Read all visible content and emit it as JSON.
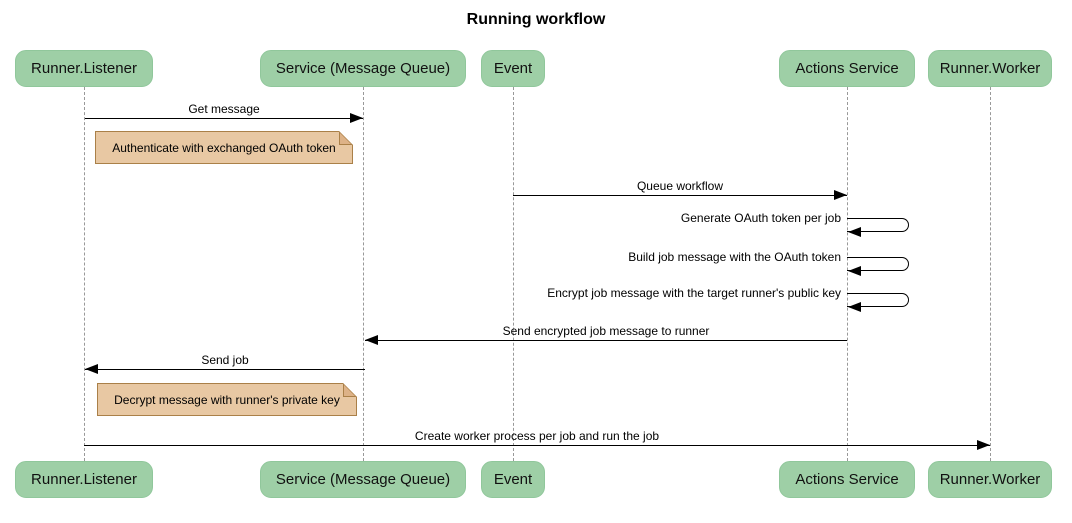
{
  "title": "Running workflow",
  "colors": {
    "actor_fill": "#9ecfa6",
    "note_fill": "#e8c8a3",
    "note_border": "#aa8048",
    "message_line": "#000000",
    "lifeline": "#999999",
    "background": "#ffffff"
  },
  "actors": [
    {
      "name": "Runner.Listener"
    },
    {
      "name": "Service (Message Queue)"
    },
    {
      "name": "Event"
    },
    {
      "name": "Actions Service"
    },
    {
      "name": "Runner.Worker"
    }
  ],
  "messages": [
    {
      "label": "Get message",
      "from": "Runner.Listener",
      "to": "Service (Message Queue)",
      "direction": "right"
    },
    {
      "label": "Queue workflow",
      "from": "Event",
      "to": "Actions Service",
      "direction": "right"
    },
    {
      "label": "Generate OAuth token per job",
      "from": "Actions Service",
      "to": "Actions Service",
      "direction": "self"
    },
    {
      "label": "Build job message with the OAuth token",
      "from": "Actions Service",
      "to": "Actions Service",
      "direction": "self"
    },
    {
      "label": "Encrypt job message with the target runner's public key",
      "from": "Actions Service",
      "to": "Actions Service",
      "direction": "self"
    },
    {
      "label": "Send encrypted job message to runner",
      "from": "Actions Service",
      "to": "Service (Message Queue)",
      "direction": "left"
    },
    {
      "label": "Send job",
      "from": "Service (Message Queue)",
      "to": "Runner.Listener",
      "direction": "left"
    },
    {
      "label": "Create worker process per job and run the job",
      "from": "Runner.Listener",
      "to": "Runner.Worker",
      "direction": "right"
    }
  ],
  "notes": [
    {
      "text": "Authenticate with exchanged OAuth token",
      "over": "Runner.Listener"
    },
    {
      "text": "Decrypt message with runner's private key",
      "over": "Runner.Listener"
    }
  ]
}
